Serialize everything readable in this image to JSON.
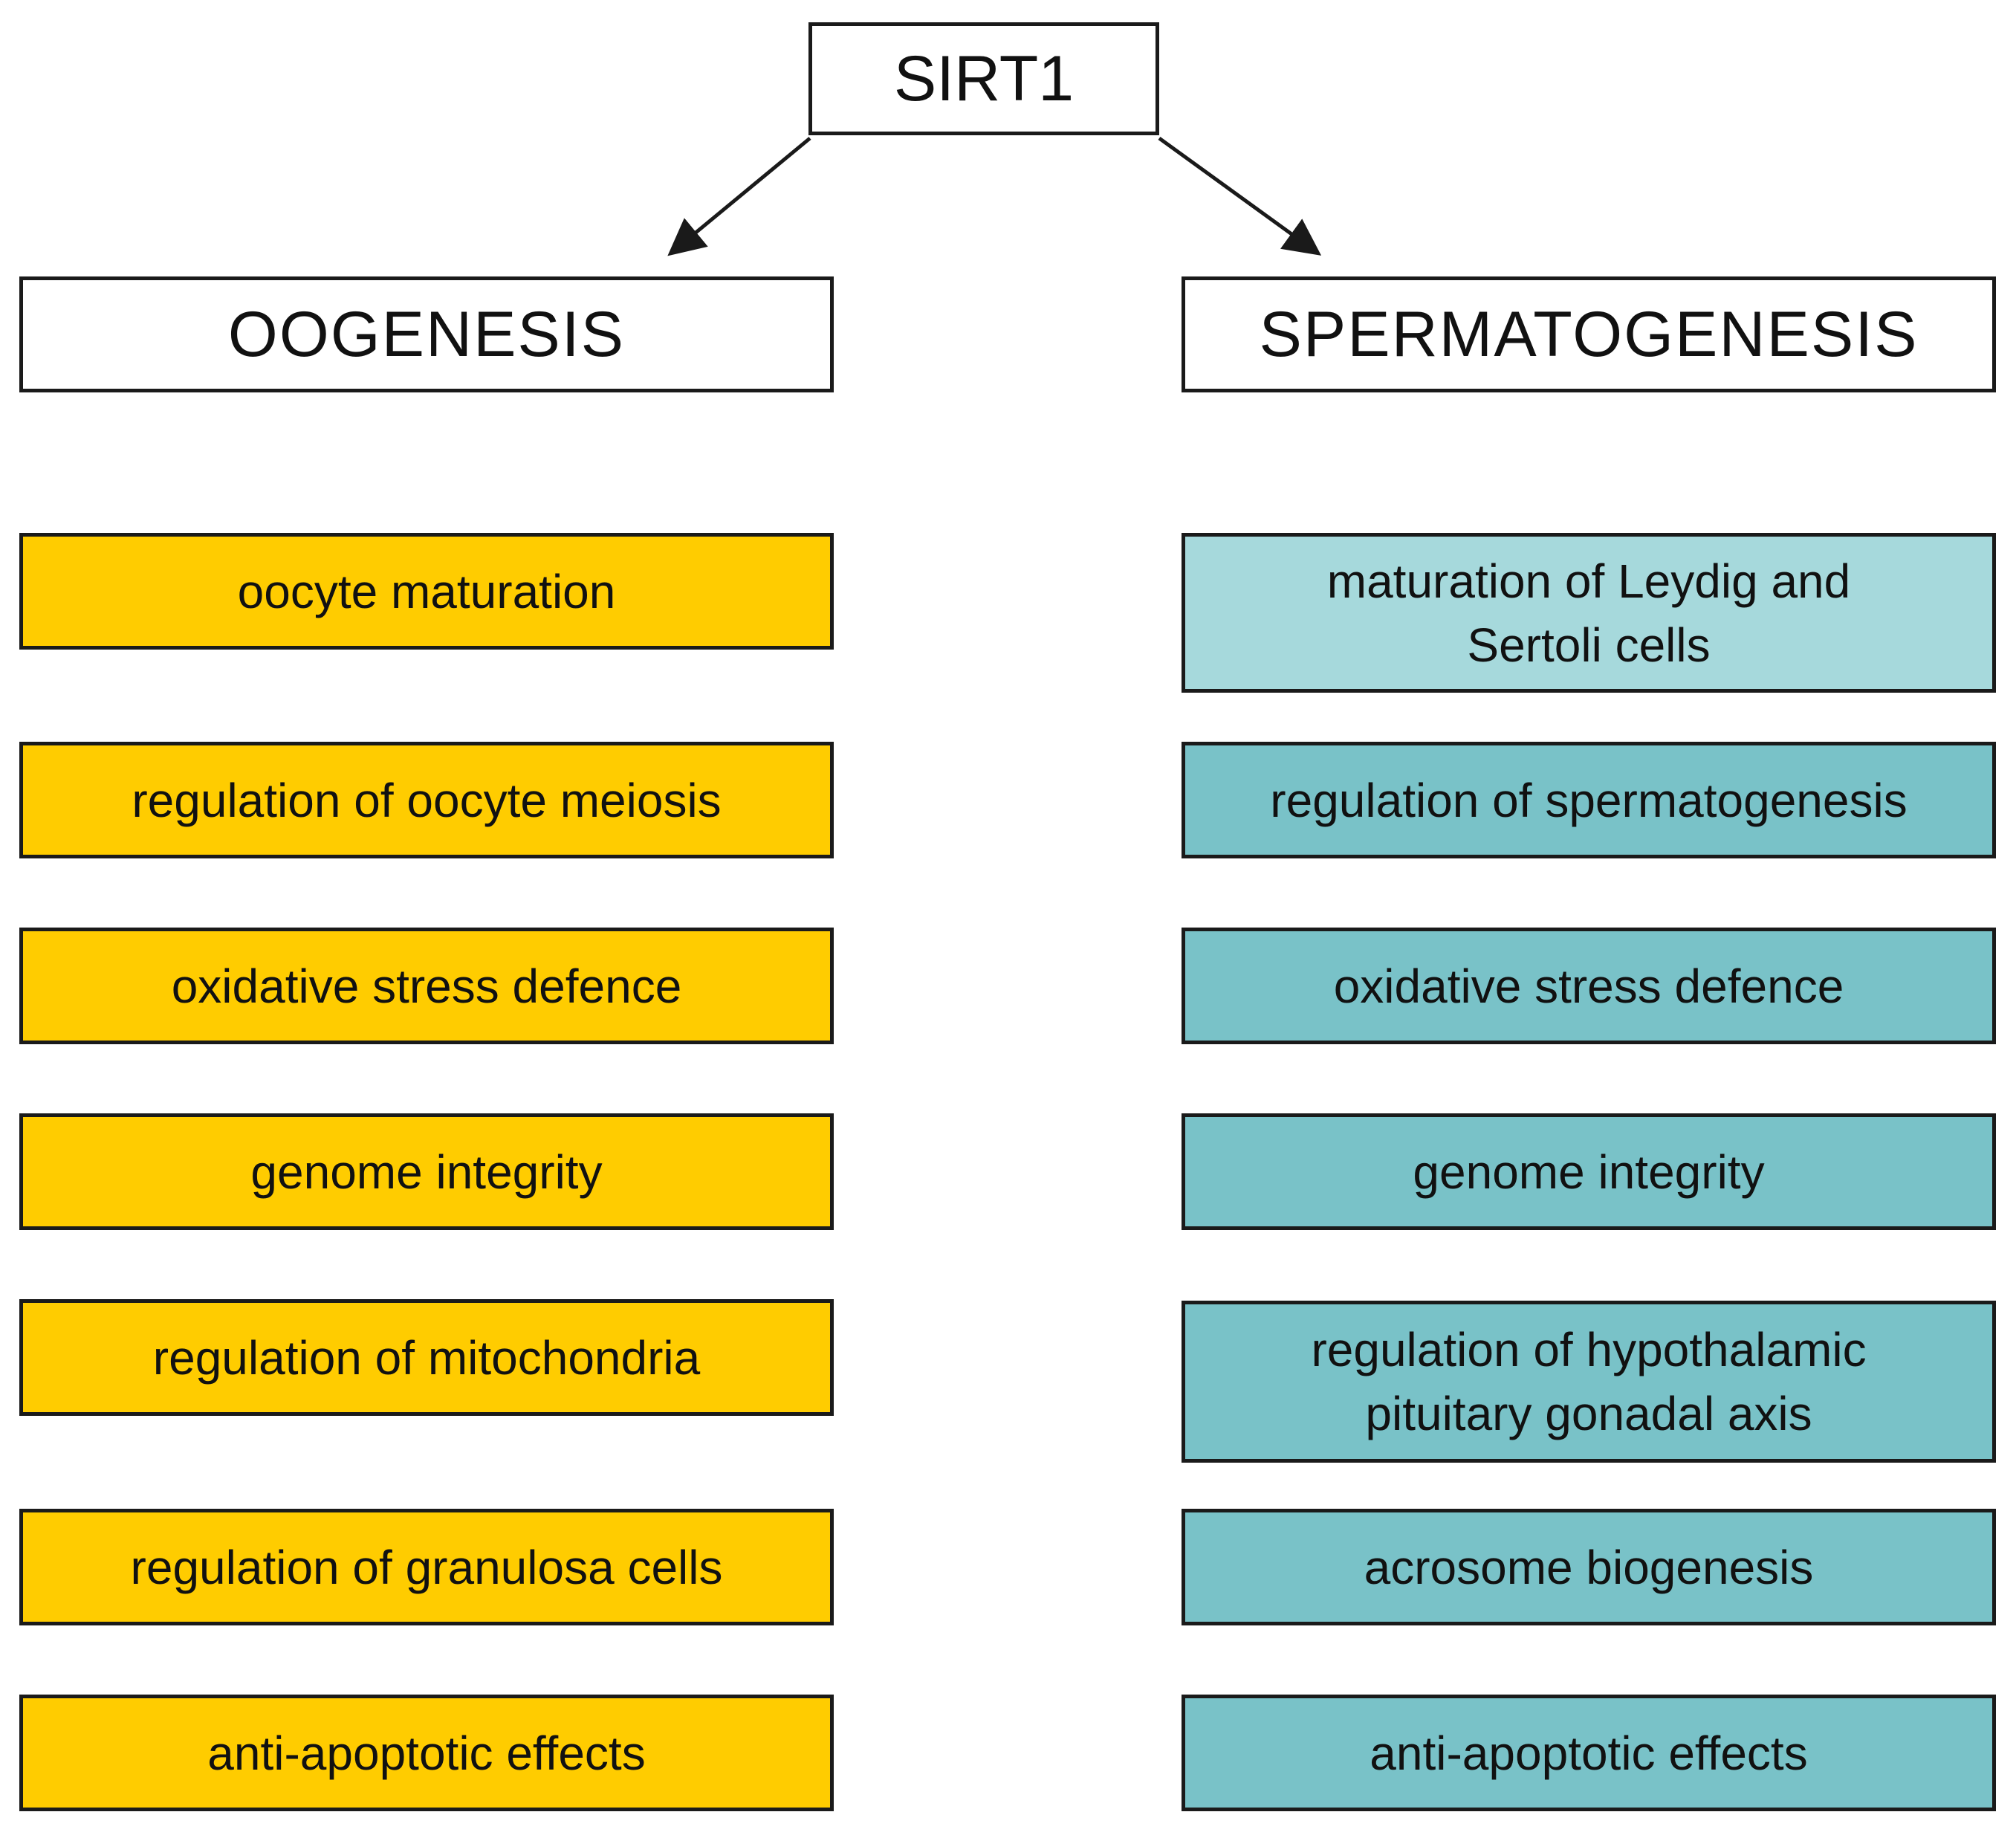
{
  "root": {
    "label": "SIRT1"
  },
  "oogenesis": {
    "title": "OOGENESIS",
    "items": [
      "oocyte maturation",
      "regulation of oocyte meiosis",
      "oxidative stress defence",
      "genome integrity",
      "regulation of mitochondria",
      "regulation of granulosa cells",
      "anti-apoptotic effects"
    ]
  },
  "spermatogenesis": {
    "title": "SPERMATOGENESIS",
    "items": [
      "maturation of Leydig and Sertoli cells",
      "regulation of spermatogenesis",
      "oxidative stress defence",
      "genome integrity",
      "regulation of hypothalamic pituitary gonadal axis",
      "acrosome biogenesis",
      "anti-apoptotic effects"
    ]
  },
  "colors": {
    "oogenesis_fill": "#ffcc00",
    "spermatogenesis_fill": "#79c2c8",
    "spermatogenesis_fill_light": "#a6d9dc",
    "border": "#1a1a1a",
    "header_fill": "#ffffff"
  }
}
